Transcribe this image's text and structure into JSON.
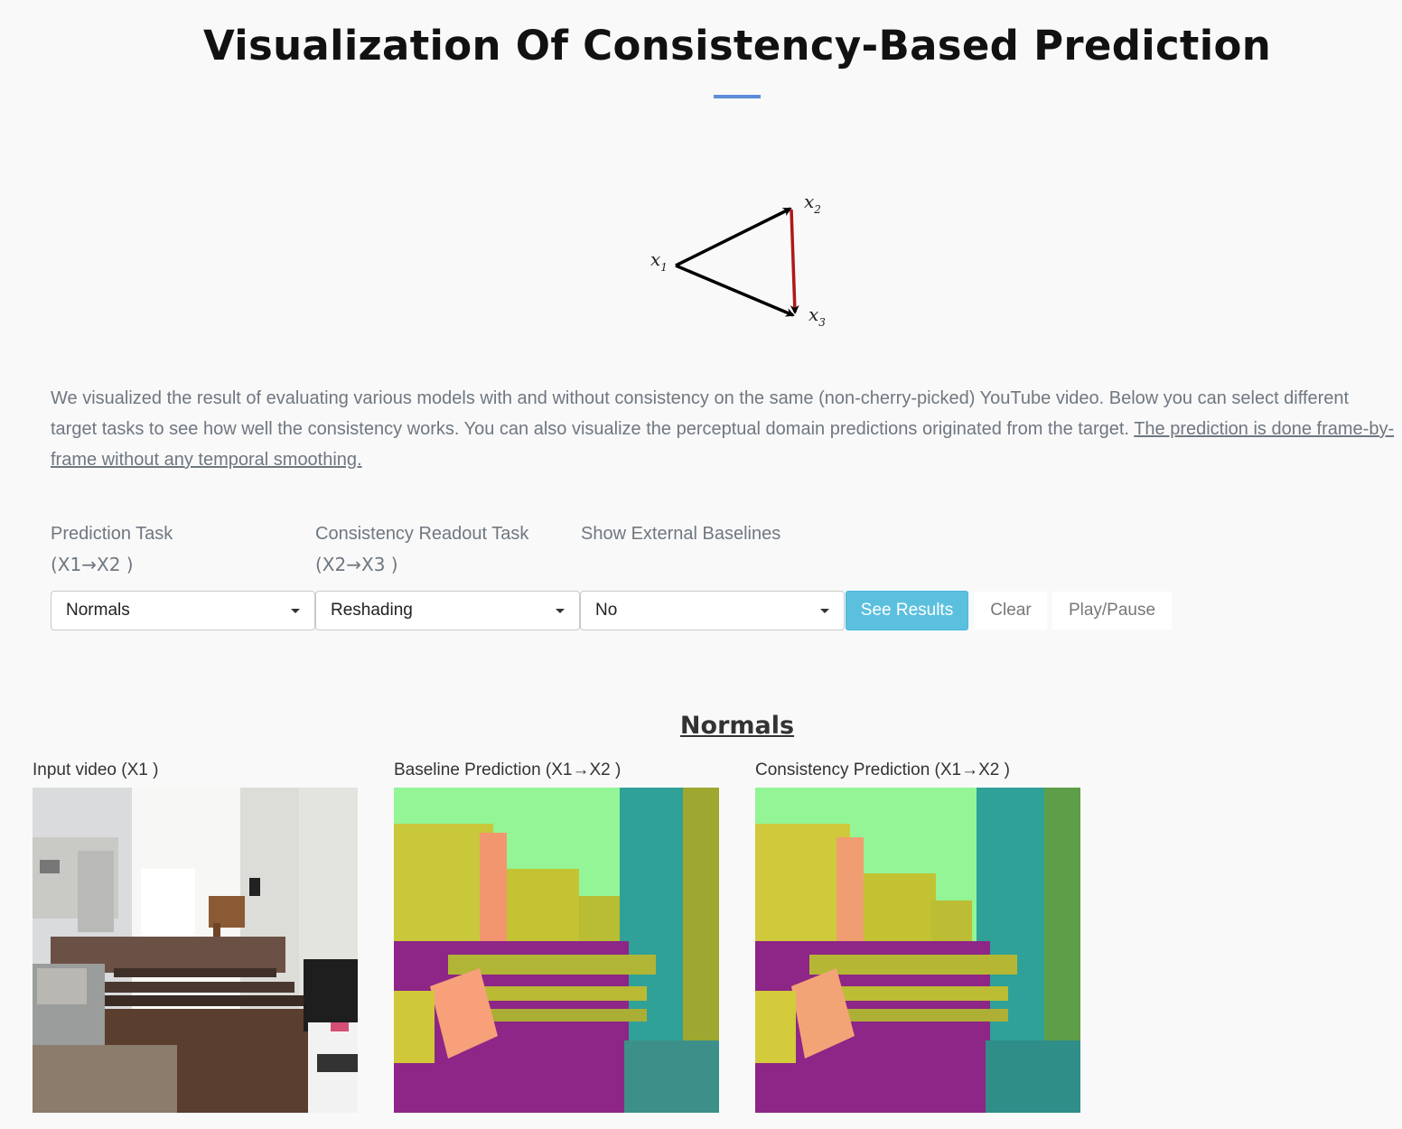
{
  "page": {
    "title": "Visualization Of Consistency-Based Prediction",
    "accent_color": "#5b8dd9"
  },
  "diagram": {
    "x1": "x",
    "x1_sub": "1",
    "x2": "x",
    "x2_sub": "2",
    "x3": "x",
    "x3_sub": "3",
    "consistency_arrow_color": "#b01818"
  },
  "intro": {
    "text": "We visualized the result of evaluating various models with and without consistency on the same (non-cherry-picked) YouTube video. Below you can select different target tasks to see how well the consistency works. You can also visualize the perceptual domain predictions originated from the target. ",
    "underlined": "The prediction is done frame-by-frame without any temporal smoothing."
  },
  "controls": {
    "prediction_task_label": "Prediction Task",
    "prediction_task_sub": "(X1→X2 )",
    "prediction_task_value": "Normals",
    "readout_task_label": "Consistency Readout Task",
    "readout_task_sub": "(X2→X3 )",
    "readout_task_value": "Reshading",
    "baselines_label": "Show External Baselines",
    "baselines_value": "No",
    "see_results": "See Results",
    "clear": "Clear",
    "play_pause": "Play/Pause"
  },
  "results": {
    "section_title": "Normals",
    "input_label": "Input video (X1 )",
    "baseline_label": "Baseline Prediction (X1→X2 )",
    "consistency_label": "Consistency Prediction (X1→X2 )"
  }
}
